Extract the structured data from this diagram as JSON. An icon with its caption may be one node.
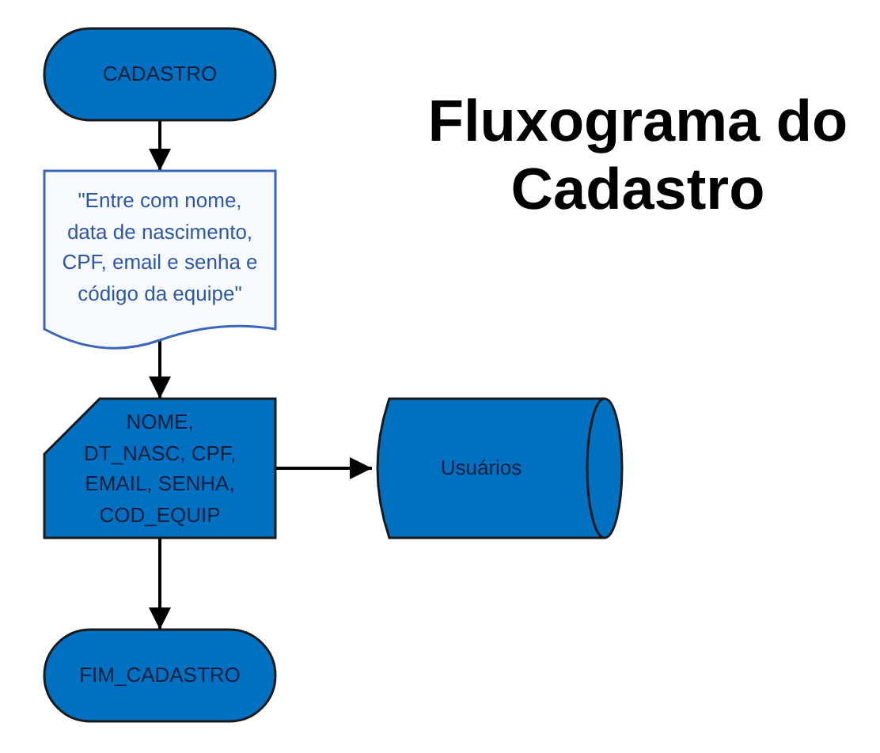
{
  "diagram": {
    "title": "Fluxograma do Cadastro",
    "nodes": [
      {
        "text": [
          "CADASTRO"
        ]
      },
      {
        "text": [
          "\"Entre com nome, data de nascimento, CPF, email e senha e código da equipe\""
        ]
      },
      {
        "text": [
          "NOME, DT_NASC, CPF, EMAIL, SENHA, COD_EQUIP"
        ]
      },
      {
        "text": [
          "Usuários"
        ]
      },
      {
        "text": [
          "FIM_CADASTRO"
        ]
      }
    ],
    "edges": [
      {
        "from": 0,
        "to": 1,
        "arrow": "to"
      },
      {
        "from": 1,
        "to": 2,
        "arrow": "to"
      },
      {
        "from": 2,
        "to": 3,
        "arrow": "to"
      },
      {
        "from": 2,
        "to": 4,
        "arrow": "to"
      }
    ]
  }
}
